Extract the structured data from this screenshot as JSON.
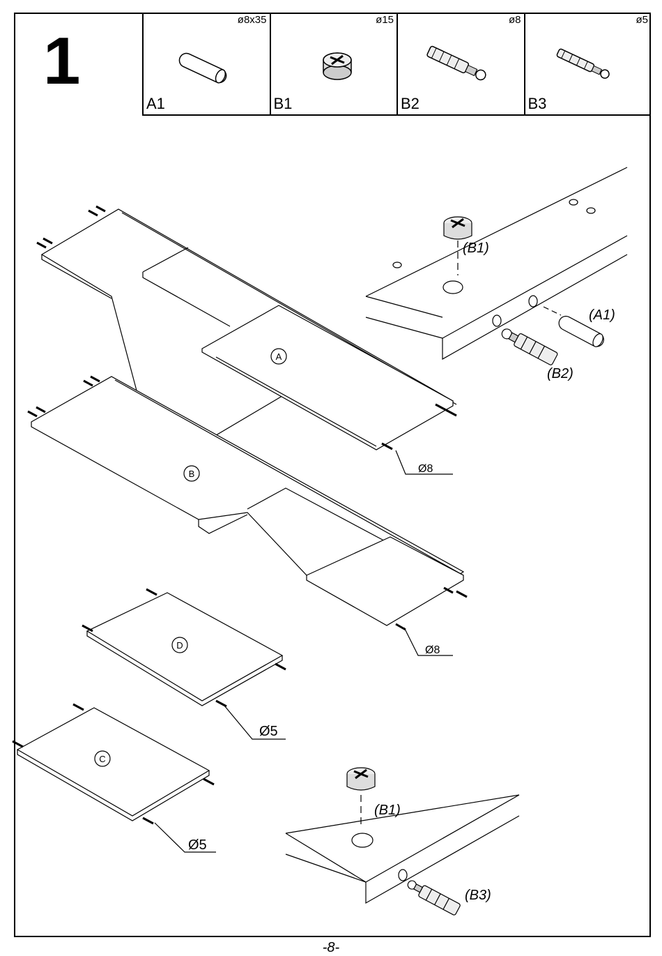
{
  "step": {
    "number": "1"
  },
  "parts": [
    {
      "code": "A1",
      "size": "ø8x35",
      "icon": "wooden-dowel-icon"
    },
    {
      "code": "B1",
      "size": "ø15",
      "icon": "cam-lock-icon"
    },
    {
      "code": "B2",
      "size": "ø8",
      "icon": "cam-bolt-large-icon"
    },
    {
      "code": "B3",
      "size": "ø5",
      "icon": "cam-bolt-small-icon"
    }
  ],
  "diagram": {
    "panels": {
      "a": "A",
      "b": "B",
      "c": "C",
      "d": "D"
    },
    "callouts": {
      "b1_top": "(B1)",
      "a1": "(A1)",
      "b2": "(B2)",
      "b1_bottom": "(B1)",
      "b3": "(B3)"
    },
    "dimensions": {
      "d8_upper": "Ø8",
      "d8_lower": "Ø8",
      "d5_upper": "Ø5",
      "d5_lower": "Ø5"
    }
  },
  "footer": {
    "page": "-8-"
  }
}
